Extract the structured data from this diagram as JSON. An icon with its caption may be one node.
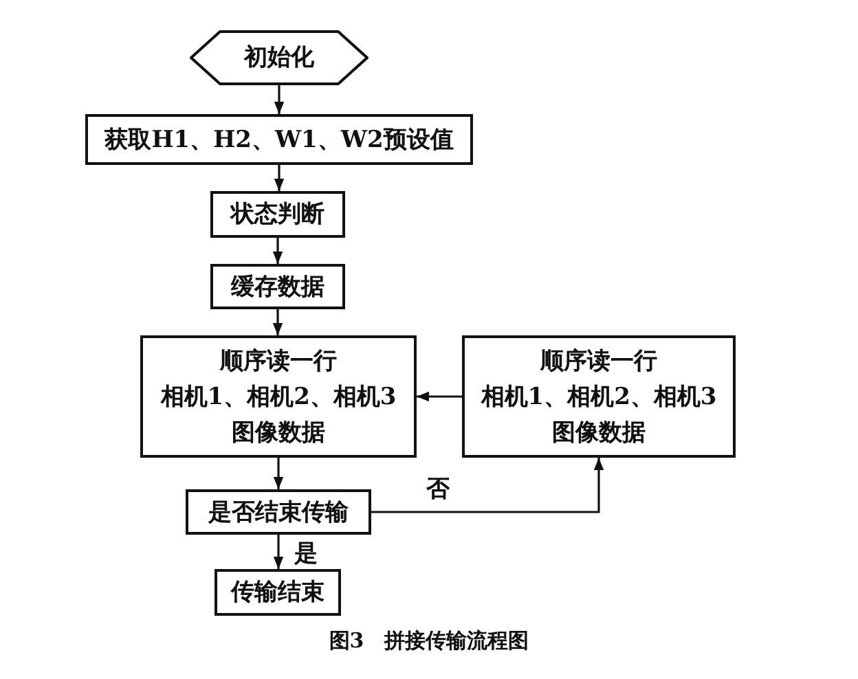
{
  "diagram": {
    "caption": "图3　拼接传输流程图",
    "nodes": [
      {
        "text": [
          "初始化"
        ]
      },
      {
        "text": [
          "获取H1、H2、W1、W2预设值"
        ]
      },
      {
        "text": [
          "状态判断"
        ]
      },
      {
        "text": [
          "缓存数据"
        ]
      },
      {
        "text": [
          "顺序读一行",
          "相机1、相机2、相机3",
          "图像数据"
        ]
      },
      {
        "text": [
          "顺序读一行",
          "相机1、相机2、相机3",
          "图像数据"
        ]
      },
      {
        "text": [
          "是否结束传输"
        ]
      },
      {
        "text": [
          "传输结束"
        ]
      }
    ],
    "edges": [
      {
        "from": 0,
        "to": 1,
        "arrow": "to"
      },
      {
        "from": 1,
        "to": 2,
        "arrow": "to"
      },
      {
        "from": 2,
        "to": 3,
        "arrow": "to"
      },
      {
        "from": 3,
        "to": 4,
        "arrow": "to"
      },
      {
        "from": 4,
        "to": 6,
        "arrow": "to"
      },
      {
        "from": 6,
        "to": 7,
        "arrow": "to",
        "label": "是"
      },
      {
        "from": 6,
        "to": 5,
        "arrow": "to",
        "label": "否"
      },
      {
        "from": 5,
        "to": 4,
        "arrow": "to"
      }
    ]
  }
}
